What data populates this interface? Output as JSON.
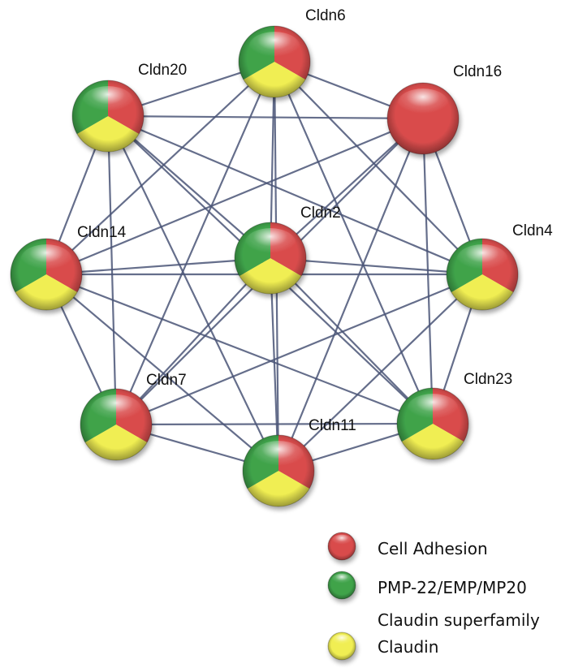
{
  "colors": {
    "cell_adhesion": "#d94c4c",
    "pmp22": "#3fa34a",
    "claudin_superfamily": "#f0ee52",
    "edge": "#4a5577"
  },
  "nodes": [
    {
      "id": "Cldn6",
      "label": "Cldn6",
      "categories": [
        "cell_adhesion",
        "pmp22",
        "claudin_superfamily"
      ]
    },
    {
      "id": "Cldn20",
      "label": "Cldn20",
      "categories": [
        "cell_adhesion",
        "pmp22",
        "claudin_superfamily"
      ]
    },
    {
      "id": "Cldn16",
      "label": "Cldn16",
      "categories": [
        "cell_adhesion"
      ]
    },
    {
      "id": "Cldn14",
      "label": "Cldn14",
      "categories": [
        "cell_adhesion",
        "pmp22",
        "claudin_superfamily"
      ]
    },
    {
      "id": "Cldn2",
      "label": "Cldn2",
      "categories": [
        "cell_adhesion",
        "pmp22",
        "claudin_superfamily"
      ]
    },
    {
      "id": "Cldn4",
      "label": "Cldn4",
      "categories": [
        "cell_adhesion",
        "pmp22",
        "claudin_superfamily"
      ]
    },
    {
      "id": "Cldn7",
      "label": "Cldn7",
      "categories": [
        "cell_adhesion",
        "pmp22",
        "claudin_superfamily"
      ]
    },
    {
      "id": "Cldn23",
      "label": "Cldn23",
      "categories": [
        "cell_adhesion",
        "pmp22",
        "claudin_superfamily"
      ]
    },
    {
      "id": "Cldn11",
      "label": "Cldn11",
      "categories": [
        "cell_adhesion",
        "pmp22",
        "claudin_superfamily"
      ]
    }
  ],
  "edges": [
    [
      "Cldn6",
      "Cldn20"
    ],
    [
      "Cldn6",
      "Cldn16"
    ],
    [
      "Cldn6",
      "Cldn14"
    ],
    [
      "Cldn6",
      "Cldn2"
    ],
    [
      "Cldn6",
      "Cldn4"
    ],
    [
      "Cldn6",
      "Cldn7"
    ],
    [
      "Cldn6",
      "Cldn23"
    ],
    [
      "Cldn6",
      "Cldn11"
    ],
    [
      "Cldn20",
      "Cldn16"
    ],
    [
      "Cldn20",
      "Cldn14"
    ],
    [
      "Cldn20",
      "Cldn2"
    ],
    [
      "Cldn20",
      "Cldn4"
    ],
    [
      "Cldn20",
      "Cldn7"
    ],
    [
      "Cldn20",
      "Cldn23"
    ],
    [
      "Cldn20",
      "Cldn11"
    ],
    [
      "Cldn16",
      "Cldn14"
    ],
    [
      "Cldn16",
      "Cldn2"
    ],
    [
      "Cldn16",
      "Cldn4"
    ],
    [
      "Cldn16",
      "Cldn7"
    ],
    [
      "Cldn16",
      "Cldn23"
    ],
    [
      "Cldn16",
      "Cldn11"
    ],
    [
      "Cldn14",
      "Cldn2"
    ],
    [
      "Cldn14",
      "Cldn4"
    ],
    [
      "Cldn14",
      "Cldn7"
    ],
    [
      "Cldn14",
      "Cldn23"
    ],
    [
      "Cldn14",
      "Cldn11"
    ],
    [
      "Cldn2",
      "Cldn4"
    ],
    [
      "Cldn2",
      "Cldn7"
    ],
    [
      "Cldn2",
      "Cldn23"
    ],
    [
      "Cldn2",
      "Cldn11"
    ],
    [
      "Cldn4",
      "Cldn7"
    ],
    [
      "Cldn4",
      "Cldn23"
    ],
    [
      "Cldn4",
      "Cldn11"
    ],
    [
      "Cldn7",
      "Cldn23"
    ],
    [
      "Cldn7",
      "Cldn11"
    ],
    [
      "Cldn23",
      "Cldn11"
    ]
  ],
  "legend": {
    "items": [
      {
        "key": "cell_adhesion",
        "label": "Cell Adhesion"
      },
      {
        "key": "pmp22",
        "label": "PMP-22/EMP/MP20"
      },
      {
        "key": "claudin_superfamily",
        "label_line1": "Claudin superfamily",
        "label_line2": "Claudin"
      }
    ]
  }
}
